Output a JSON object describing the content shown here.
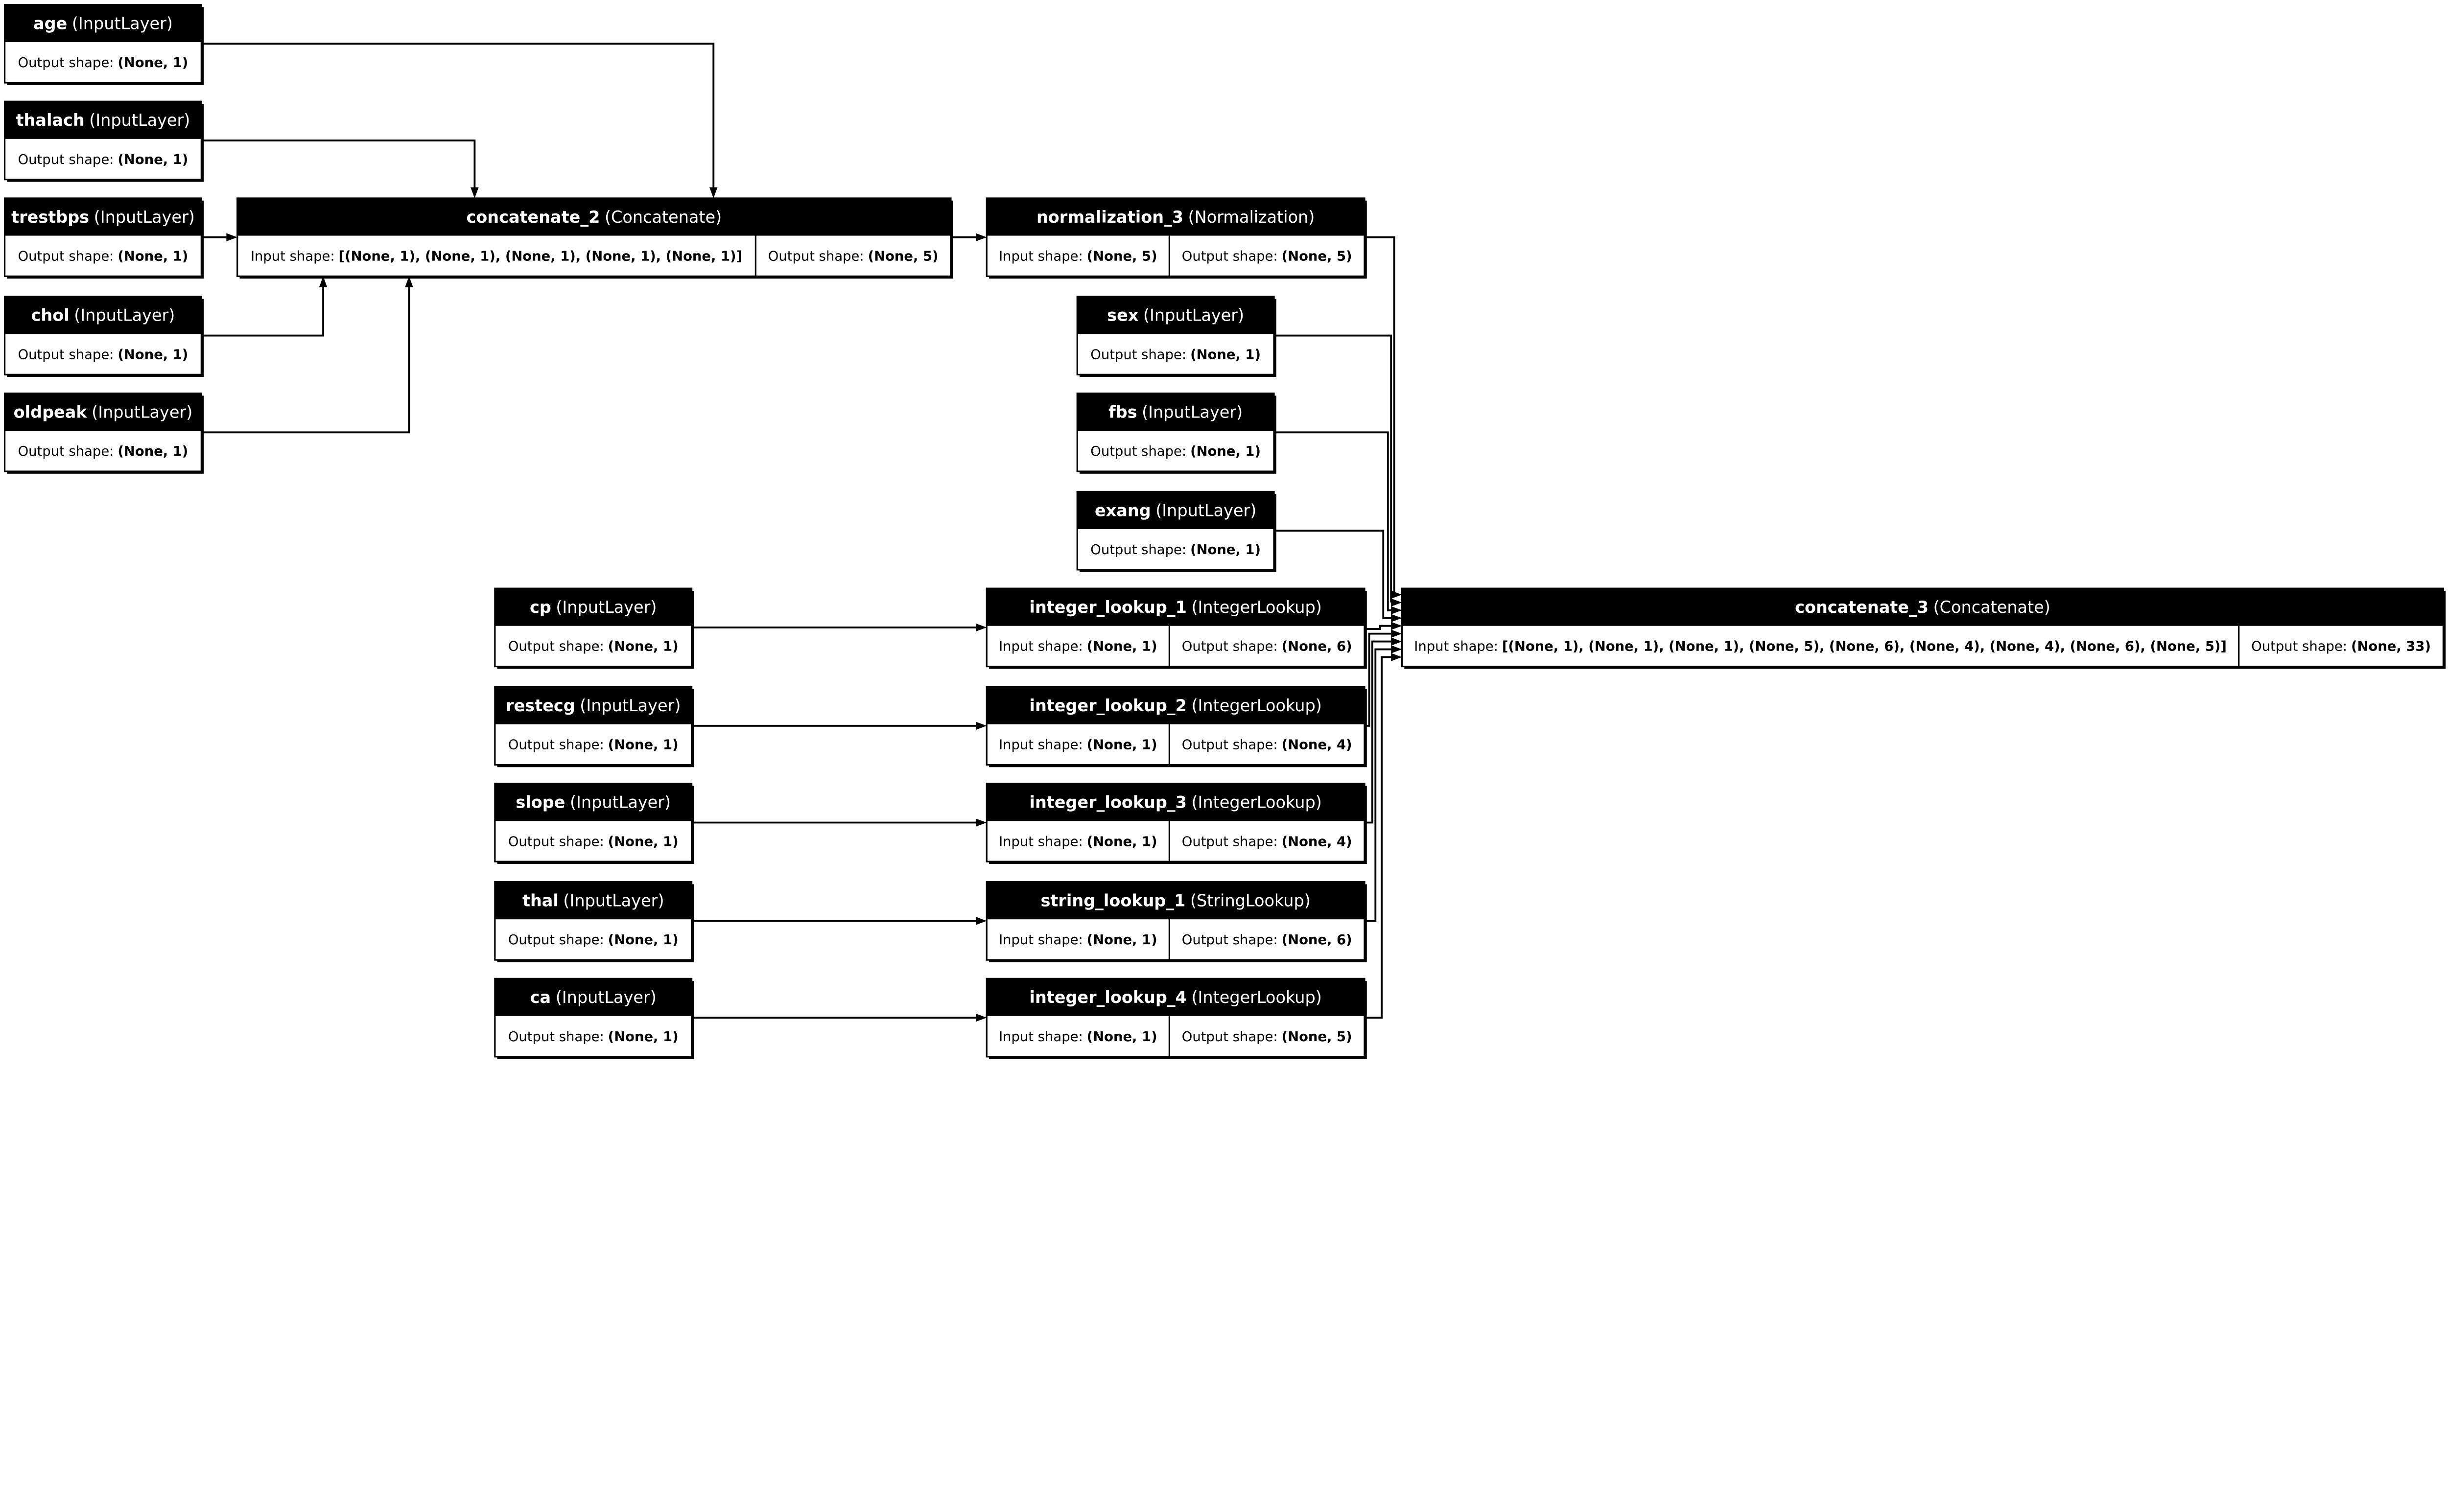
{
  "nodes": [
    {
      "id": "age",
      "name": "age",
      "type": "(InputLayer)",
      "output_label": "Output shape:",
      "output": "(None, 1)"
    },
    {
      "id": "thalach",
      "name": "thalach",
      "type": "(InputLayer)",
      "output_label": "Output shape:",
      "output": "(None, 1)"
    },
    {
      "id": "trestbps",
      "name": "trestbps",
      "type": "(InputLayer)",
      "output_label": "Output shape:",
      "output": "(None, 1)"
    },
    {
      "id": "chol",
      "name": "chol",
      "type": "(InputLayer)",
      "output_label": "Output shape:",
      "output": "(None, 1)"
    },
    {
      "id": "oldpeak",
      "name": "oldpeak",
      "type": "(InputLayer)",
      "output_label": "Output shape:",
      "output": "(None, 1)"
    },
    {
      "id": "concatenate_2",
      "name": "concatenate_2",
      "type": "(Concatenate)",
      "input_label": "Input shape:",
      "input": "[(None, 1), (None, 1), (None, 1), (None, 1), (None, 1)]",
      "output_label": "Output shape:",
      "output": "(None, 5)"
    },
    {
      "id": "normalization_3",
      "name": "normalization_3",
      "type": "(Normalization)",
      "input_label": "Input shape:",
      "input": "(None, 5)",
      "output_label": "Output shape:",
      "output": "(None, 5)"
    },
    {
      "id": "sex",
      "name": "sex",
      "type": "(InputLayer)",
      "output_label": "Output shape:",
      "output": "(None, 1)"
    },
    {
      "id": "fbs",
      "name": "fbs",
      "type": "(InputLayer)",
      "output_label": "Output shape:",
      "output": "(None, 1)"
    },
    {
      "id": "exang",
      "name": "exang",
      "type": "(InputLayer)",
      "output_label": "Output shape:",
      "output": "(None, 1)"
    },
    {
      "id": "cp",
      "name": "cp",
      "type": "(InputLayer)",
      "output_label": "Output shape:",
      "output": "(None, 1)"
    },
    {
      "id": "restecg",
      "name": "restecg",
      "type": "(InputLayer)",
      "output_label": "Output shape:",
      "output": "(None, 1)"
    },
    {
      "id": "slope",
      "name": "slope",
      "type": "(InputLayer)",
      "output_label": "Output shape:",
      "output": "(None, 1)"
    },
    {
      "id": "thal",
      "name": "thal",
      "type": "(InputLayer)",
      "output_label": "Output shape:",
      "output": "(None, 1)"
    },
    {
      "id": "ca",
      "name": "ca",
      "type": "(InputLayer)",
      "output_label": "Output shape:",
      "output": "(None, 1)"
    },
    {
      "id": "integer_lookup_1",
      "name": "integer_lookup_1",
      "type": "(IntegerLookup)",
      "input_label": "Input shape:",
      "input": "(None, 1)",
      "output_label": "Output shape:",
      "output": "(None, 6)"
    },
    {
      "id": "integer_lookup_2",
      "name": "integer_lookup_2",
      "type": "(IntegerLookup)",
      "input_label": "Input shape:",
      "input": "(None, 1)",
      "output_label": "Output shape:",
      "output": "(None, 4)"
    },
    {
      "id": "integer_lookup_3",
      "name": "integer_lookup_3",
      "type": "(IntegerLookup)",
      "input_label": "Input shape:",
      "input": "(None, 1)",
      "output_label": "Output shape:",
      "output": "(None, 4)"
    },
    {
      "id": "string_lookup_1",
      "name": "string_lookup_1",
      "type": "(StringLookup)",
      "input_label": "Input shape:",
      "input": "(None, 1)",
      "output_label": "Output shape:",
      "output": "(None, 6)"
    },
    {
      "id": "integer_lookup_4",
      "name": "integer_lookup_4",
      "type": "(IntegerLookup)",
      "input_label": "Input shape:",
      "input": "(None, 1)",
      "output_label": "Output shape:",
      "output": "(None, 5)"
    },
    {
      "id": "concatenate_3",
      "name": "concatenate_3",
      "type": "(Concatenate)",
      "input_label": "Input shape:",
      "input": "[(None, 1), (None, 1), (None, 1), (None, 5), (None, 6), (None, 4), (None, 4), (None, 6), (None, 5)]",
      "output_label": "Output shape:",
      "output": "(None, 33)"
    }
  ],
  "edges": [
    [
      "age",
      "concatenate_2"
    ],
    [
      "thalach",
      "concatenate_2"
    ],
    [
      "trestbps",
      "concatenate_2"
    ],
    [
      "chol",
      "concatenate_2"
    ],
    [
      "oldpeak",
      "concatenate_2"
    ],
    [
      "concatenate_2",
      "normalization_3"
    ],
    [
      "cp",
      "integer_lookup_1"
    ],
    [
      "restecg",
      "integer_lookup_2"
    ],
    [
      "slope",
      "integer_lookup_3"
    ],
    [
      "thal",
      "string_lookup_1"
    ],
    [
      "ca",
      "integer_lookup_4"
    ],
    [
      "normalization_3",
      "concatenate_3"
    ],
    [
      "sex",
      "concatenate_3"
    ],
    [
      "fbs",
      "concatenate_3"
    ],
    [
      "exang",
      "concatenate_3"
    ],
    [
      "integer_lookup_1",
      "concatenate_3"
    ],
    [
      "integer_lookup_2",
      "concatenate_3"
    ],
    [
      "integer_lookup_3",
      "concatenate_3"
    ],
    [
      "string_lookup_1",
      "concatenate_3"
    ],
    [
      "integer_lookup_4",
      "concatenate_3"
    ]
  ]
}
